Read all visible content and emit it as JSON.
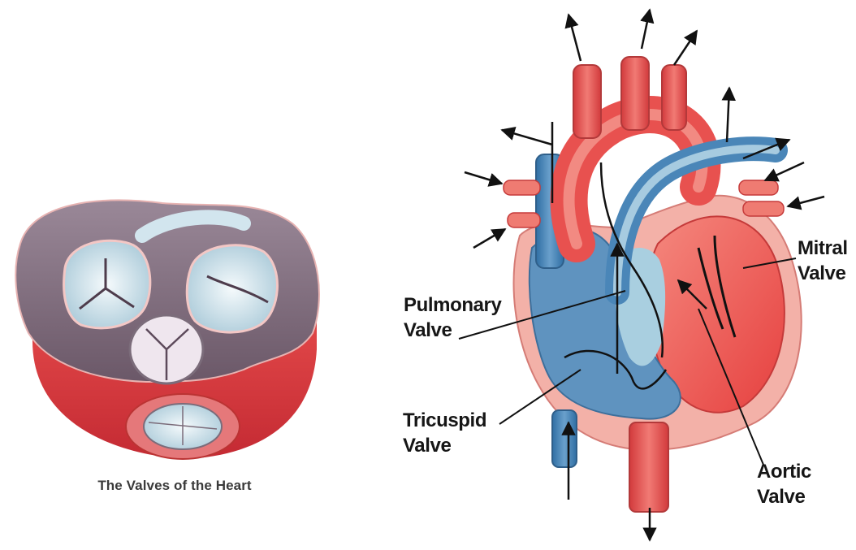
{
  "left_panel": {
    "caption": "The Valves of the Heart",
    "illustration": "heart-valves-top-view"
  },
  "right_panel": {
    "illustration": "heart-cross-section",
    "labels": {
      "pulmonary": [
        "Pulmonary",
        "Valve"
      ],
      "tricuspid": [
        "Tricuspid",
        "Valve"
      ],
      "mitral": [
        "Mitral",
        "Valve"
      ],
      "aortic": [
        "Aortic",
        "Valve"
      ]
    }
  },
  "colors": {
    "heart_red": "#e8514f",
    "heart_pink": "#f4a9a0",
    "vessel_blue": "#4a86b8",
    "valve_blue": "#cfe3ec",
    "tissue_mauve": "#7d6a7c",
    "line": "#111111"
  }
}
